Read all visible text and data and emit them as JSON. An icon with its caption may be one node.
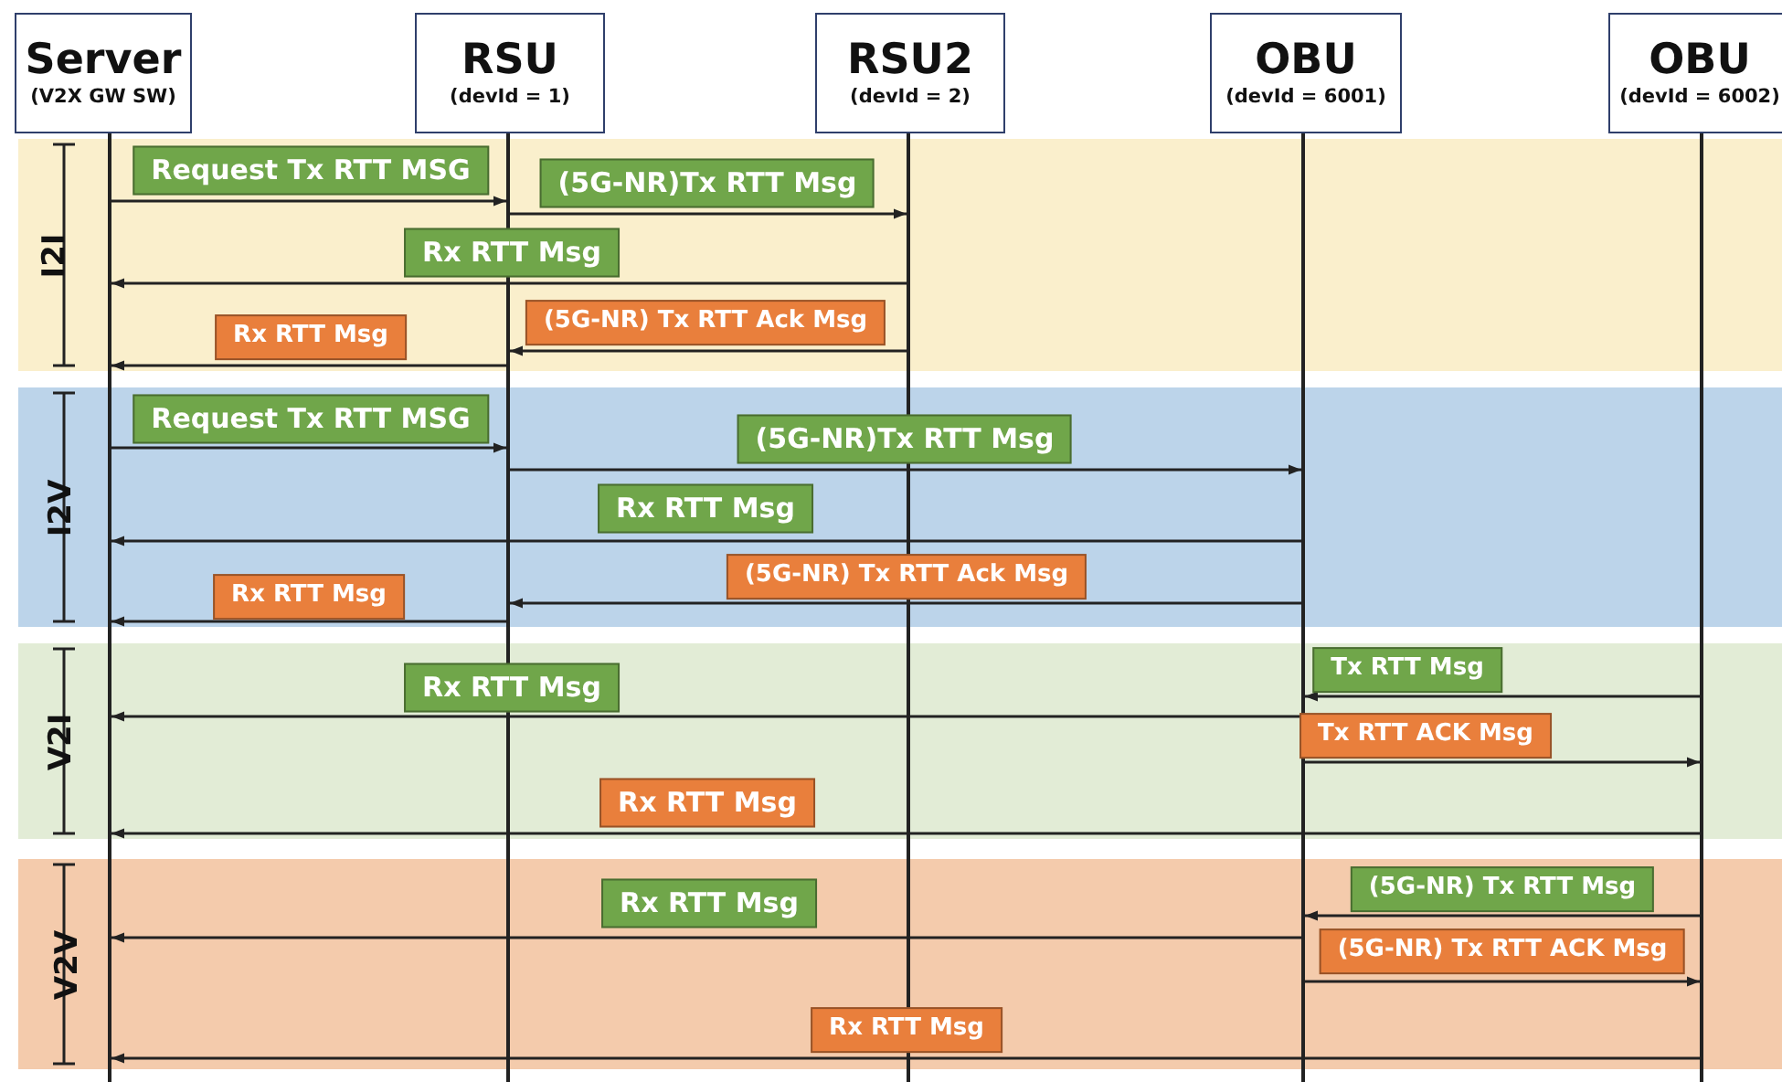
{
  "diagram": {
    "nodes": [
      {
        "text": [
          "Server",
          "(V2X GW SW)"
        ]
      },
      {
        "text": [
          "RSU",
          "(devId = 1)"
        ]
      },
      {
        "text": [
          "RSU2",
          "(devId = 2)"
        ]
      },
      {
        "text": [
          "OBU",
          "(devId = 6001)"
        ]
      },
      {
        "text": [
          "OBU",
          "(devId = 6002)"
        ]
      },
      {
        "text": [],
        "shape": "bar"
      },
      {
        "text": [],
        "shape": "bar"
      },
      {
        "text": [],
        "shape": "bar"
      },
      {
        "text": [],
        "shape": "bar"
      },
      {
        "text": [],
        "shape": "bar"
      }
    ],
    "labels": [
      "I2I",
      "I2V",
      "V2I",
      "V2V"
    ],
    "edges": [
      {
        "from": 5,
        "to": 6,
        "arrow": "to",
        "label": "Request Tx RTT MSG"
      },
      {
        "from": 6,
        "to": 7,
        "arrow": "to",
        "label": "(5G-NR)Tx RTT Msg"
      },
      {
        "from": 7,
        "to": 5,
        "arrow": "to",
        "label": "Rx RTT Msg"
      },
      {
        "from": 7,
        "to": 6,
        "arrow": "to",
        "label": "(5G-NR) Tx RTT Ack Msg"
      },
      {
        "from": 6,
        "to": 5,
        "arrow": "to",
        "label": "Rx RTT Msg"
      },
      {
        "from": 5,
        "to": 6,
        "arrow": "to",
        "label": "Request Tx RTT MSG"
      },
      {
        "from": 6,
        "to": 8,
        "arrow": "to",
        "label": "(5G-NR)Tx RTT Msg"
      },
      {
        "from": 8,
        "to": 5,
        "arrow": "to",
        "label": "Rx RTT Msg"
      },
      {
        "from": 8,
        "to": 6,
        "arrow": "to",
        "label": "(5G-NR) Tx RTT Ack Msg"
      },
      {
        "from": 6,
        "to": 5,
        "arrow": "to",
        "label": "Rx RTT Msg"
      },
      {
        "from": 9,
        "to": 8,
        "arrow": "to",
        "label": "Tx RTT Msg"
      },
      {
        "from": 8,
        "to": 5,
        "arrow": "to",
        "label": "Rx RTT Msg"
      },
      {
        "from": 8,
        "to": 9,
        "arrow": "to",
        "label": "Tx RTT ACK Msg"
      },
      {
        "from": 9,
        "to": 5,
        "arrow": "to",
        "label": "Rx RTT Msg"
      },
      {
        "from": 9,
        "to": 8,
        "arrow": "to",
        "label": "(5G-NR) Tx RTT Msg"
      },
      {
        "from": 8,
        "to": 5,
        "arrow": "to",
        "label": "Rx RTT Msg"
      },
      {
        "from": 8,
        "to": 9,
        "arrow": "to",
        "label": "(5G-NR) Tx RTT ACK Msg"
      },
      {
        "from": 9,
        "to": 5,
        "arrow": "to",
        "label": "Rx RTT Msg"
      }
    ]
  }
}
